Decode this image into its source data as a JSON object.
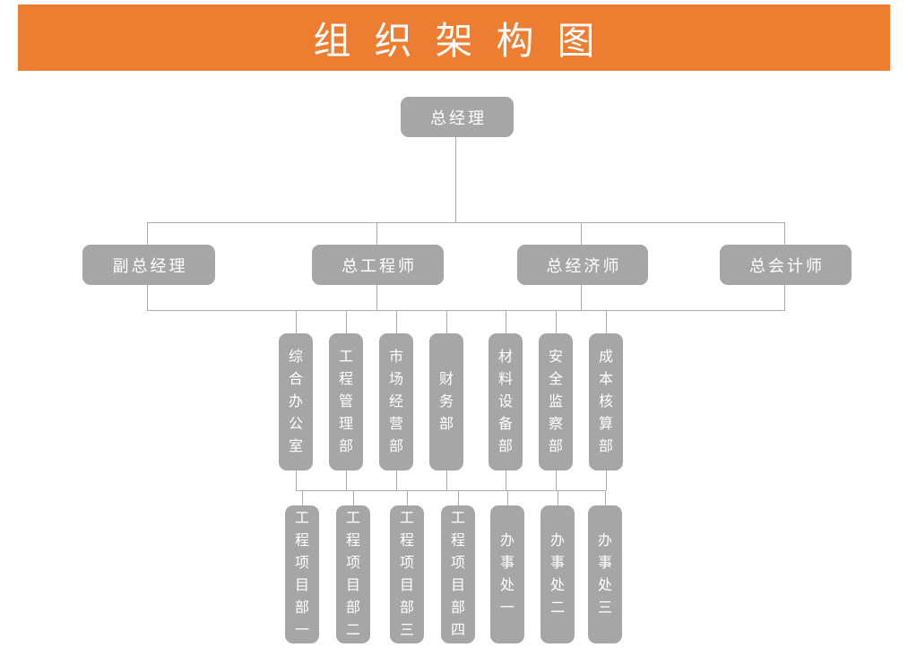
{
  "header": {
    "title": "组织架构图",
    "bg_color": "#ED7D31",
    "text_color": "#FFFFFF"
  },
  "palette": {
    "node_bg": "#A6A6A6",
    "node_text": "#FFFFFF",
    "line_color": "#ABABAB",
    "page_bg": "#FFFFFF"
  },
  "org": {
    "level1": [
      {
        "label": "总经理"
      }
    ],
    "level2": [
      {
        "label": "副总经理"
      },
      {
        "label": "总工程师"
      },
      {
        "label": "总经济师"
      },
      {
        "label": "总会计师"
      }
    ],
    "level3": [
      {
        "label": "综合办公室"
      },
      {
        "label": "工程管理部"
      },
      {
        "label": "市场经营部"
      },
      {
        "label": "财务部"
      },
      {
        "label": "材料设备部"
      },
      {
        "label": "安全监察部"
      },
      {
        "label": "成本核算部"
      }
    ],
    "level4": [
      {
        "label": "工程项目部一"
      },
      {
        "label": "工程项目部二"
      },
      {
        "label": "工程项目部三"
      },
      {
        "label": "工程项目部四"
      },
      {
        "label": "办事处一"
      },
      {
        "label": "办事处二"
      },
      {
        "label": "办事处三"
      }
    ]
  }
}
